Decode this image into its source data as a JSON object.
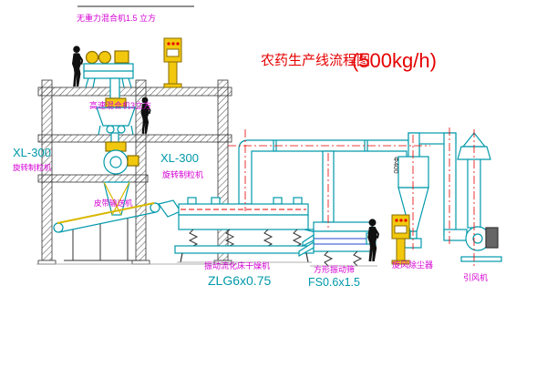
{
  "title": {
    "text": "农药生产线流程图",
    "capacity": "(500kg/h)"
  },
  "labels": {
    "gravity_mixer": "无重力混合机1.5 立方",
    "high_speed_mixer": "高速混合机3立方",
    "granulator_left_model": "XL-300",
    "granulator_left_name": "旋转制粒机",
    "granulator_center_model": "XL-300",
    "granulator_center_name": "旋转制粒机",
    "belt_conveyor": "皮带输送机",
    "fluid_bed_dryer": "振动流化床干燥机",
    "fluid_bed_dryer_model": "ZLG6x0.75",
    "vibrating_screen": "方形振动筛",
    "vibrating_screen_model": "FS0.6x1.5",
    "cyclone": "旋风除尘器",
    "induced_draft_fan": "引风机",
    "duct_diameter": "Φ400"
  },
  "colors": {
    "outline_cyan": "#0099aa",
    "equipment_yellow": "#f2c80f",
    "label_magenta": "#d400d4",
    "title_red": "#e60000",
    "structure_black": "#333333",
    "background": "#ffffff"
  }
}
